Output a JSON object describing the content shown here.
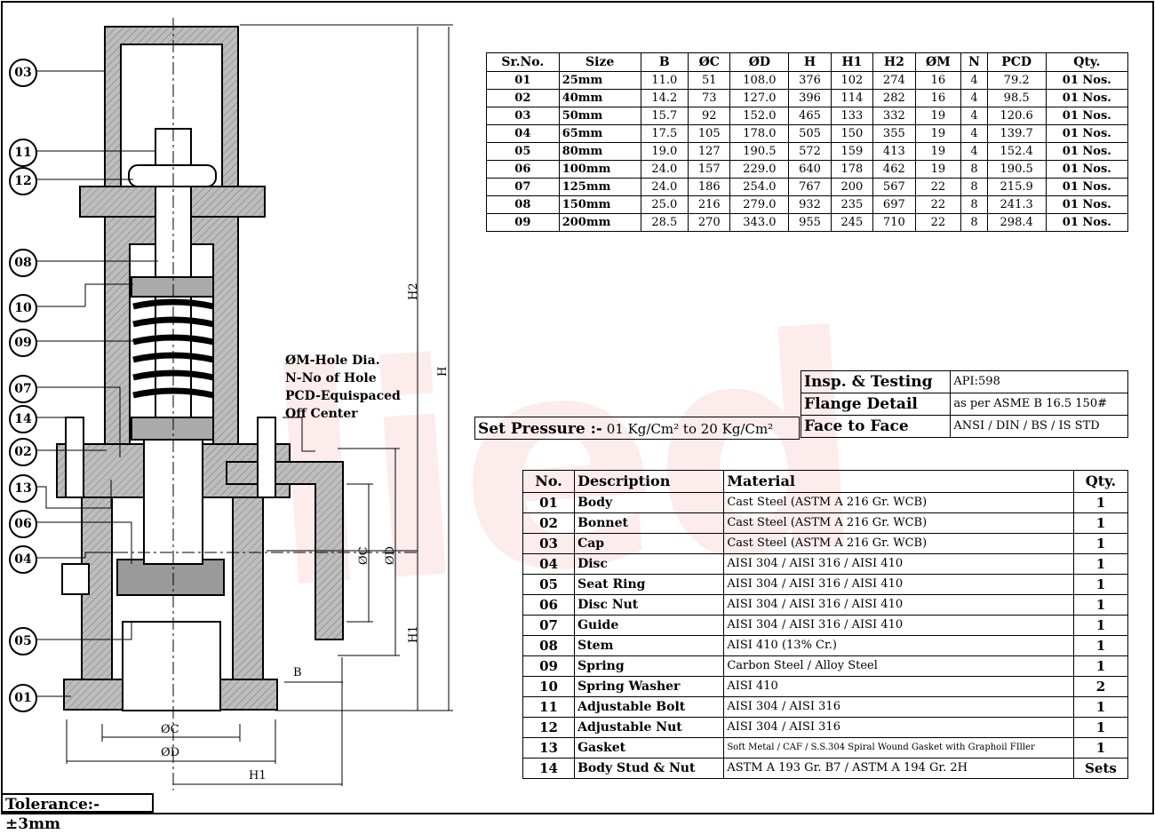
{
  "size_table": {
    "headers": [
      "Sr.No.",
      "Size",
      "B",
      "ØC",
      "ØD",
      "H",
      "H1",
      "H2",
      "ØM",
      "N",
      "PCD",
      "Qty."
    ],
    "rows": [
      [
        "01",
        "25mm",
        "11.0",
        "51",
        "108.0",
        "376",
        "102",
        "274",
        "16",
        "4",
        "79.2",
        "01 Nos."
      ],
      [
        "02",
        "40mm",
        "14.2",
        "73",
        "127.0",
        "396",
        "114",
        "282",
        "16",
        "4",
        "98.5",
        "01 Nos."
      ],
      [
        "03",
        "50mm",
        "15.7",
        "92",
        "152.0",
        "465",
        "133",
        "332",
        "19",
        "4",
        "120.6",
        "01 Nos."
      ],
      [
        "04",
        "65mm",
        "17.5",
        "105",
        "178.0",
        "505",
        "150",
        "355",
        "19",
        "4",
        "139.7",
        "01 Nos."
      ],
      [
        "05",
        "80mm",
        "19.0",
        "127",
        "190.5",
        "572",
        "159",
        "413",
        "19",
        "4",
        "152.4",
        "01 Nos."
      ],
      [
        "06",
        "100mm",
        "24.0",
        "157",
        "229.0",
        "640",
        "178",
        "462",
        "19",
        "8",
        "190.5",
        "01 Nos."
      ],
      [
        "07",
        "125mm",
        "24.0",
        "186",
        "254.0",
        "767",
        "200",
        "567",
        "22",
        "8",
        "215.9",
        "01 Nos."
      ],
      [
        "08",
        "150mm",
        "25.0",
        "216",
        "279.0",
        "932",
        "235",
        "697",
        "22",
        "8",
        "241.3",
        "01 Nos."
      ],
      [
        "09",
        "200mm",
        "28.5",
        "270",
        "343.0",
        "955",
        "245",
        "710",
        "22",
        "8",
        "298.4",
        "01 Nos."
      ]
    ]
  },
  "specs": {
    "insp_label": "Insp. & Testing",
    "insp_value": "API:598",
    "flange_label": "Flange Detail",
    "flange_value": "as per ASME B 16.5 150#",
    "face_label": "Face to Face",
    "face_value": "ANSI / DIN / BS / IS STD"
  },
  "set_pressure": {
    "label": "Set Pressure :-",
    "value": "01 Kg/Cm² to 20 Kg/Cm²"
  },
  "materials": {
    "headers": [
      "No.",
      "Description",
      "Material",
      "Qty."
    ],
    "rows": [
      [
        "01",
        "Body",
        "Cast Steel (ASTM A 216 Gr. WCB)",
        "1"
      ],
      [
        "02",
        "Bonnet",
        "Cast Steel (ASTM A 216 Gr. WCB)",
        "1"
      ],
      [
        "03",
        "Cap",
        "Cast Steel (ASTM A 216 Gr. WCB)",
        "1"
      ],
      [
        "04",
        "Disc",
        "AISI 304 / AISI 316 / AISI 410",
        "1"
      ],
      [
        "05",
        "Seat Ring",
        "AISI 304 / AISI 316 / AISI 410",
        "1"
      ],
      [
        "06",
        "Disc Nut",
        "AISI 304 / AISI 316 / AISI 410",
        "1"
      ],
      [
        "07",
        "Guide",
        "AISI 304 / AISI 316 / AISI 410",
        "1"
      ],
      [
        "08",
        "Stem",
        "AISI 410 (13% Cr.)",
        "1"
      ],
      [
        "09",
        "Spring",
        "Carbon Steel / Alloy Steel",
        "1"
      ],
      [
        "10",
        "Spring Washer",
        "AISI 410",
        "2"
      ],
      [
        "11",
        "Adjustable Bolt",
        "AISI 304 / AISI 316",
        "1"
      ],
      [
        "12",
        "Adjustable Nut",
        "AISI 304 / AISI 316",
        "1"
      ],
      [
        "13",
        "Gasket",
        "Soft Metal / CAF / S.S.304 Spiral Wound Gasket with Graphoil FIller",
        "1"
      ],
      [
        "14",
        "Body Stud & Nut",
        "ASTM A 193 Gr. B7 / ASTM A 194 Gr. 2H",
        "Sets"
      ]
    ]
  },
  "note": [
    "ØM-Hole Dia.",
    "N-No of Hole",
    "PCD-Equispaced",
    "Off Center"
  ],
  "tolerance": "Tolerance:-±3mm",
  "callouts": [
    "03",
    "11",
    "12",
    "08",
    "10",
    "09",
    "07",
    "14",
    "02",
    "13",
    "06",
    "04",
    "05",
    "01"
  ],
  "dims": {
    "h2": "H2",
    "h": "H",
    "h1": "H1",
    "c": "ØC",
    "d": "ØD",
    "b": "B"
  },
  "watermark": "lied"
}
